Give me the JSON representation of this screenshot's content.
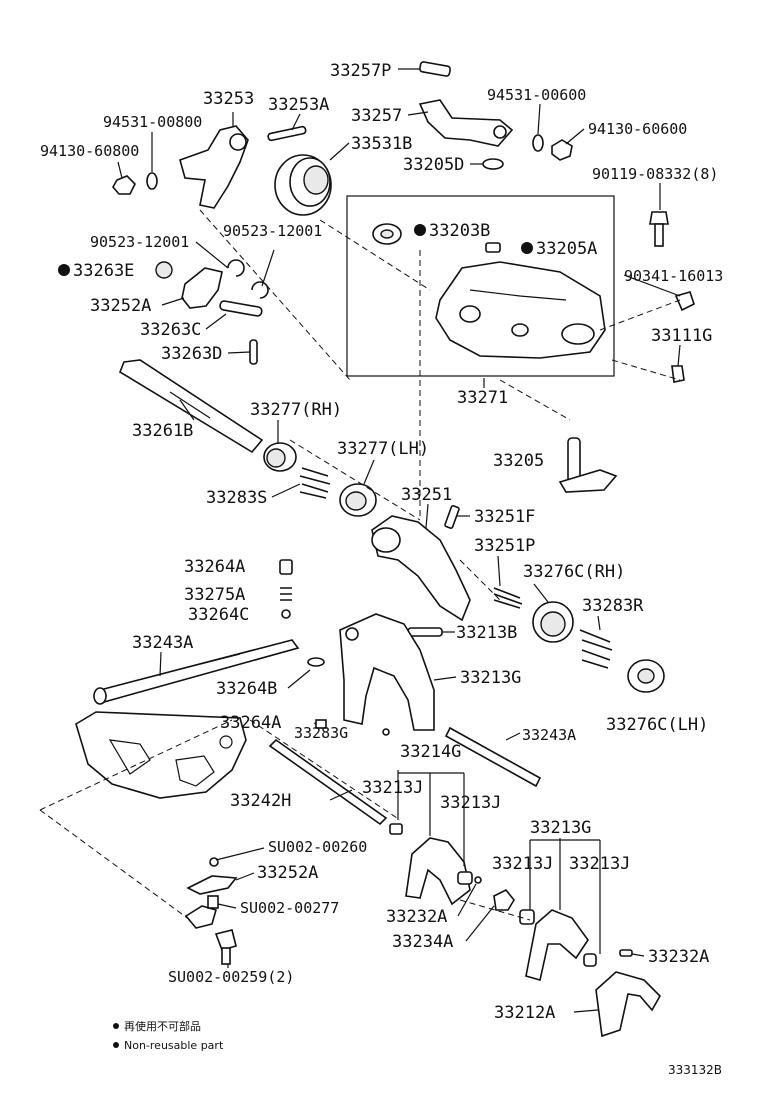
{
  "labels": {
    "p33257P": "33257P",
    "p33253": "33253",
    "p33253A": "33253A",
    "p33257": "33257",
    "p94531_00600": "94531-00600",
    "p94531_00800": "94531-00800",
    "p33531B": "33531B",
    "p94130_60600": "94130-60600",
    "p94130_60800": "94130-60800",
    "p33205D": "33205D",
    "p90119": "90119-08332(8)",
    "p33203B": "33203B",
    "p90523_a": "90523-12001",
    "p90523_b": "90523-12001",
    "p33205A": "33205A",
    "p33263E": "33263E",
    "p90341": "90341-16013",
    "p33252A_top": "33252A",
    "p33263C": "33263C",
    "p33111G": "33111G",
    "p33263D": "33263D",
    "p33271": "33271",
    "p33261B": "33261B",
    "p33277RH": "33277(RH)",
    "p33277LH": "33277(LH)",
    "p33205": "33205",
    "p33283S": "33283S",
    "p33251": "33251",
    "p33251F": "33251F",
    "p33251P": "33251P",
    "p33264A_top": "33264A",
    "p33276CRH": "33276C(RH)",
    "p33275A": "33275A",
    "p33283R": "33283R",
    "p33264C": "33264C",
    "p33213B": "33213B",
    "p33243A_left": "33243A",
    "p33213G_mid": "33213G",
    "p33264B": "33264B",
    "p33276CLH": "33276C(LH)",
    "p33264A_low": "33264A",
    "p33283G": "33283G",
    "p33243A_right": "33243A",
    "p33214G": "33214G",
    "p33213J_a": "33213J",
    "p33242H": "33242H",
    "p33213J_b": "33213J",
    "p33213G_low": "33213G",
    "pSU002_00260": "SU002-00260",
    "p33213J_c": "33213J",
    "p33213J_d": "33213J",
    "p33252A_low": "33252A",
    "pSU002_00277": "SU002-00277",
    "p33232A_left": "33232A",
    "p33234A": "33234A",
    "p33232A_right": "33232A",
    "pSU002_00259": "SU002-00259(2)",
    "p33212A": "33212A"
  },
  "legend": {
    "line1": "再使用不可部品",
    "line2": "Non-reusable part"
  },
  "figure_ref": "333132B"
}
